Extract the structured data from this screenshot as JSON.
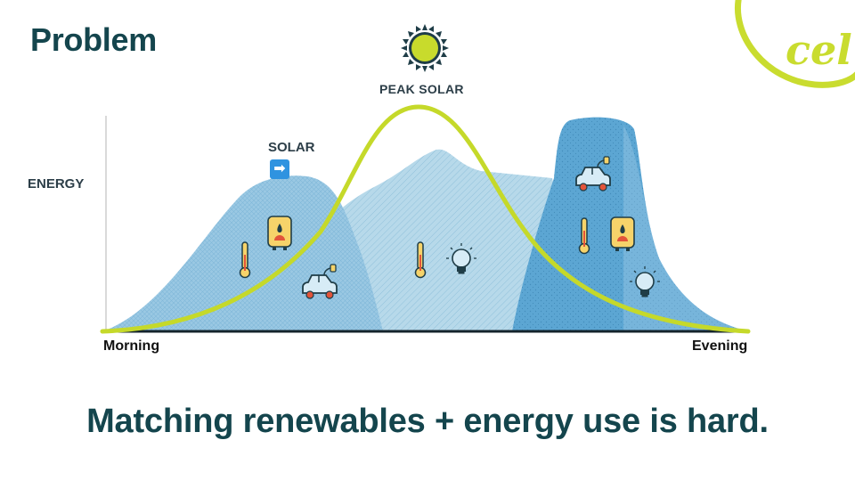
{
  "slide": {
    "title": "Problem",
    "tagline": "Matching renewables + energy use is hard.",
    "logo_text": "cel"
  },
  "diagram": {
    "peak_label": "PEAK SOLAR",
    "solar_label": "SOLAR",
    "solar_arrow": "➡",
    "y_label": "ENERGY",
    "x_start_label": "Morning",
    "x_end_label": "Evening",
    "icons": [
      "sun-icon",
      "thermometer-icon",
      "water-heater-icon",
      "electric-car-icon",
      "light-bulb-icon"
    ]
  },
  "colors": {
    "heading": "#14454d",
    "solar_curve": "#c5d92a",
    "demand_light": "#b5d8ea",
    "demand_mid": "#8cc2df",
    "demand_dark": "#5aa3d0",
    "logo": "#c9dc2f"
  }
}
